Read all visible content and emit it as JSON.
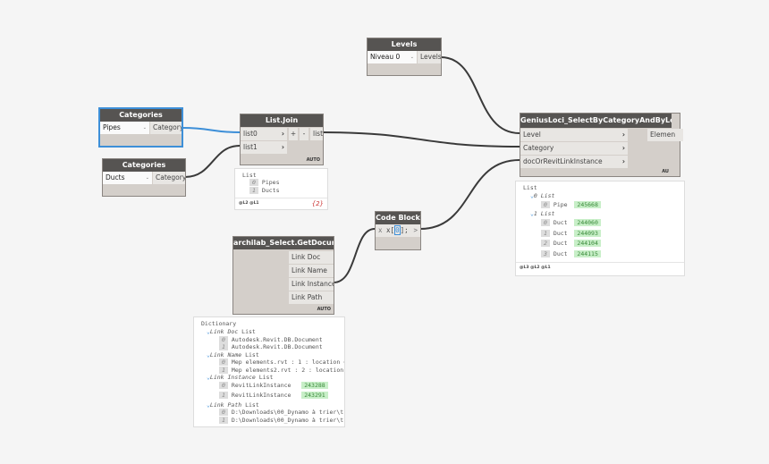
{
  "levels": {
    "title": "Levels",
    "dropdown": "Niveau 0",
    "output": "Levels"
  },
  "categories1": {
    "title": "Categories",
    "dropdown": "Pipes",
    "output": "Category"
  },
  "categories2": {
    "title": "Categories",
    "dropdown": "Ducts",
    "output": "Category"
  },
  "list_join": {
    "title": "List.Join",
    "inputs": [
      "list0",
      "list1"
    ],
    "add": "+",
    "remove": "-",
    "output": "list",
    "lacing": "AUTO",
    "watch": {
      "root": "List",
      "items": [
        {
          "i": "0",
          "v": "Pipes"
        },
        {
          "i": "1",
          "v": "Ducts"
        }
      ],
      "levels": "@L2 @L1",
      "count": "{2}"
    }
  },
  "code_block": {
    "title": "Code Block",
    "input": "x",
    "code_prefix": "x[",
    "code_index": "0",
    "code_suffix": "];",
    "output": ">"
  },
  "get_documents": {
    "title": "archilab_Select.GetDocuments",
    "outputs": [
      "Link Doc",
      "Link Name",
      "Link Instance",
      "Link Path"
    ],
    "lacing": "AUTO",
    "watch": {
      "root": "Dictionary",
      "groups": [
        {
          "key": "Link Doc",
          "label": "List",
          "items": [
            {
              "i": "0",
              "v": "Autodesk.Revit.DB.Document"
            },
            {
              "i": "1",
              "v": "Autodesk.Revit.DB.Document"
            }
          ]
        },
        {
          "key": "Link Name",
          "label": "List",
          "items": [
            {
              "i": "0",
              "v": "Mep elements.rvt : 1 : location <I"
            },
            {
              "i": "1",
              "v": "Mep elements2.rvt : 2 : location <"
            }
          ]
        },
        {
          "key": "Link Instance",
          "label": "List",
          "items": [
            {
              "i": "0",
              "v": "RevitLinkInstance",
              "id": "243288"
            },
            {
              "i": "1",
              "v": "RevitLinkInstance",
              "id": "243291"
            }
          ]
        },
        {
          "key": "Link Path",
          "label": "List",
          "items": [
            {
              "i": "0",
              "v": "D:\\Downloads\\00_Dynamo à trier\\tr"
            },
            {
              "i": "1",
              "v": "D:\\Downloads\\00_Dynamo à trier\\tr"
            }
          ]
        }
      ]
    }
  },
  "genius": {
    "title": "GeniusLoci_SelectByCategoryAndByLevel",
    "inputs": [
      "Level",
      "Category",
      "docOrRevitLinkInstance"
    ],
    "output": "Elemen",
    "lacing": "AU",
    "watch": {
      "root": "List",
      "sub0": "0 List",
      "sub0_items": [
        {
          "i": "0",
          "v": "Pipe",
          "id": "245668"
        }
      ],
      "sub1": "1 List",
      "sub1_items": [
        {
          "i": "0",
          "v": "Duct",
          "id": "244060"
        },
        {
          "i": "1",
          "v": "Duct",
          "id": "244093"
        },
        {
          "i": "2",
          "v": "Duct",
          "id": "244104"
        },
        {
          "i": "3",
          "v": "Duct",
          "id": "244115"
        }
      ],
      "levels": "@L3 @L2 @L1"
    }
  },
  "colors": {
    "wire": "#3a3a3a",
    "selected_wire": "#3d8fd8",
    "header": "#565452",
    "body": "#d4cfca",
    "highlight": "#c8efc8"
  }
}
